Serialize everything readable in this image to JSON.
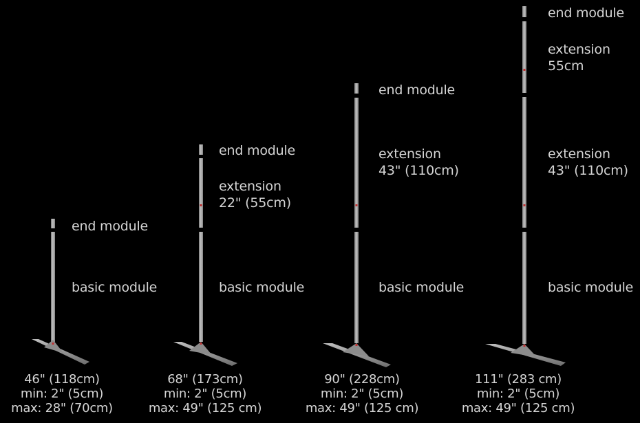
{
  "stands": [
    {
      "modules": {
        "end": "end module",
        "basic": "basic module"
      },
      "caption": {
        "height": "46\" (118cm)",
        "min": "min: 2\" (5cm)",
        "max": "max: 28\" (70cm)"
      }
    },
    {
      "modules": {
        "end": "end module",
        "ext1_a": "extension",
        "ext1_b": "22\" (55cm)",
        "basic": "basic module"
      },
      "caption": {
        "height": "68\" (173cm)",
        "min": "min: 2\" (5cm)",
        "max": "max: 49\" (125 cm)"
      }
    },
    {
      "modules": {
        "end": "end module",
        "ext1_a": "extension",
        "ext1_b": "43\" (110cm)",
        "basic": "basic module"
      },
      "caption": {
        "height": "90\" (228cm)",
        "min": "min: 2\" (5cm)",
        "max": "max: 49\" (125 cm)"
      }
    },
    {
      "modules": {
        "end": "end module",
        "ext2_a": "extension",
        "ext2_b": "55cm",
        "ext1_a": "extension",
        "ext1_b": "43\" (110cm)",
        "basic": "basic module"
      },
      "caption": {
        "height": "111\" (283 cm)",
        "min": "min: 2\" (5cm)",
        "max": "max: 49\" (125 cm)"
      }
    }
  ],
  "colors": {
    "background": "#000000",
    "pole": "#a6a6a6",
    "text": "#d4d4d4",
    "marker": "#c03030"
  }
}
